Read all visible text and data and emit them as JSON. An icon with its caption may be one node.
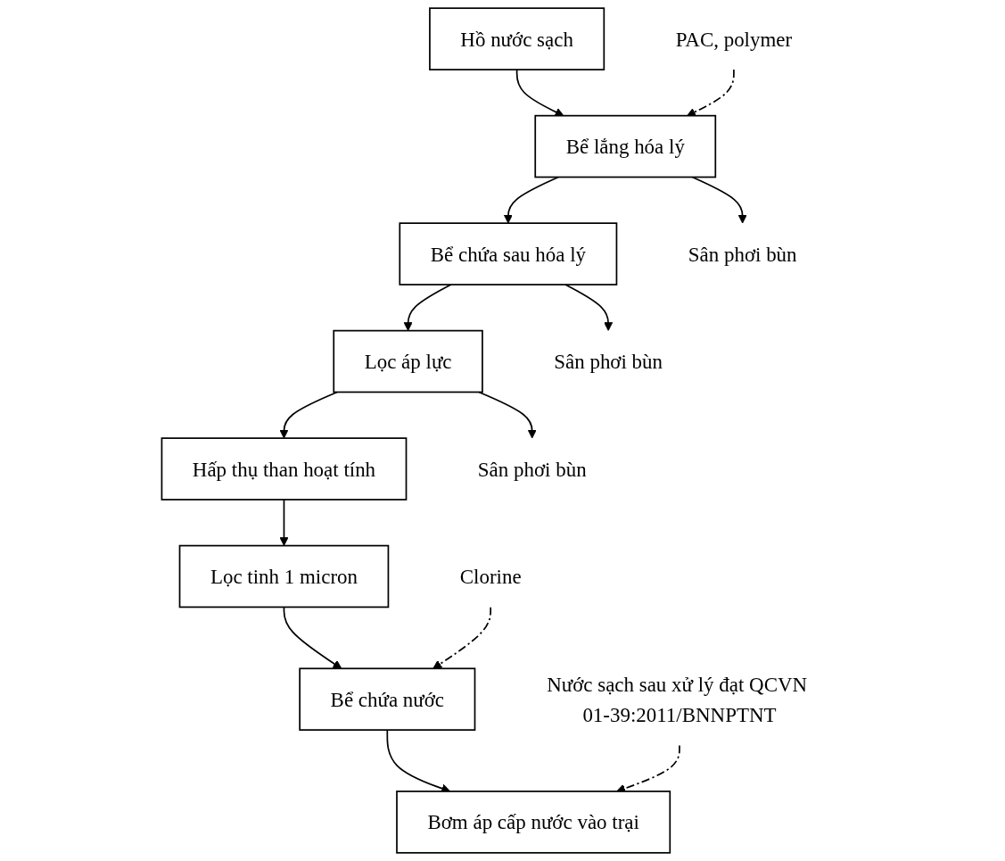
{
  "diagram": {
    "nodes": [
      {
        "text": [
          "Hồ nước sạch"
        ]
      },
      {
        "text": [
          "Bể lắng hóa lý"
        ]
      },
      {
        "text": [
          "Bể chứa sau hóa lý"
        ]
      },
      {
        "text": [
          "Lọc áp lực"
        ]
      },
      {
        "text": [
          "Hấp thụ than hoạt tính"
        ]
      },
      {
        "text": [
          "Lọc tinh 1 micron"
        ]
      },
      {
        "text": [
          "Bể chứa nước"
        ]
      },
      {
        "text": [
          "Bơm áp cấp nước vào trại"
        ]
      },
      {
        "text": [
          "PAC, polymer"
        ]
      },
      {
        "text": [
          "Sân phơi bùn"
        ]
      },
      {
        "text": [
          "Sân phơi bùn"
        ]
      },
      {
        "text": [
          "Sân phơi bùn"
        ]
      },
      {
        "text": [
          "Clorine"
        ]
      },
      {
        "text": [
          "Nước sạch sau xử lý đạt QCVN 01-39:2011/BNNPTNT"
        ]
      }
    ],
    "edges": [
      {
        "from": 0,
        "to": 1,
        "arrow": "to"
      },
      {
        "from": 8,
        "to": 1,
        "arrow": "to",
        "style": "dashed"
      },
      {
        "from": 1,
        "to": 9,
        "arrow": "to"
      },
      {
        "from": 1,
        "to": 2,
        "arrow": "to"
      },
      {
        "from": 2,
        "to": 10,
        "arrow": "to"
      },
      {
        "from": 2,
        "to": 3,
        "arrow": "to"
      },
      {
        "from": 3,
        "to": 11,
        "arrow": "to"
      },
      {
        "from": 3,
        "to": 4,
        "arrow": "to"
      },
      {
        "from": 4,
        "to": 5,
        "arrow": "to"
      },
      {
        "from": 5,
        "to": 6,
        "arrow": "to"
      },
      {
        "from": 12,
        "to": 6,
        "arrow": "to",
        "style": "dashed"
      },
      {
        "from": 6,
        "to": 7,
        "arrow": "to"
      },
      {
        "from": 13,
        "to": 7,
        "arrow": "to",
        "style": "dashed"
      }
    ]
  }
}
